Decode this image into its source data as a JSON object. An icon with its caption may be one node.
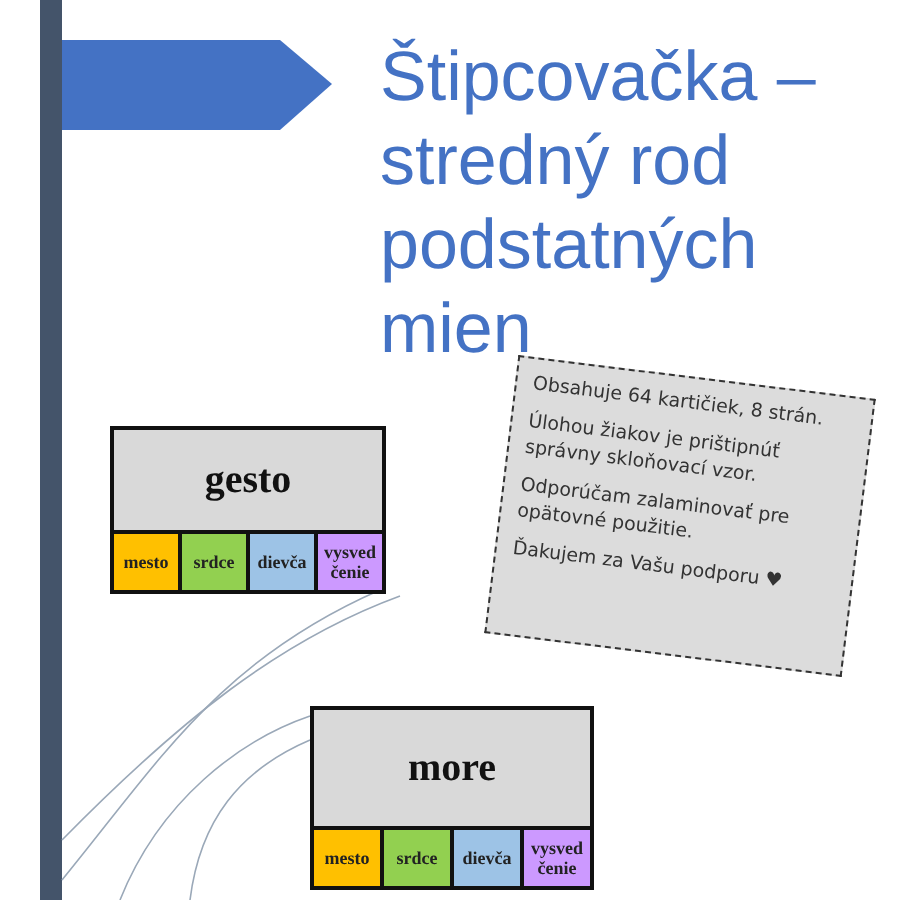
{
  "diagram": {
    "title": "Štipcovačka – stredný rod podstatných mien",
    "nodes": [
      {
        "text": [
          "gesto"
        ]
      },
      {
        "text": [
          "mesto"
        ],
        "in": 0
      },
      {
        "text": [
          "srdce"
        ],
        "in": 0
      },
      {
        "text": [
          "dievča"
        ],
        "in": 0
      },
      {
        "text": [
          "vysved čenie"
        ],
        "in": 0
      },
      {
        "text": [
          "Obsahuje 64 kartičiek, 8 strán.",
          "Úlohou žiakov je prištipnúť správny skloňovací vzor.",
          "Odporúčam zalaminovať pre opätovné použitie.",
          "Ďakujem za Vašu podporu ♥"
        ]
      },
      {
        "text": [
          "more"
        ]
      },
      {
        "text": [
          "mesto"
        ],
        "in": 6
      },
      {
        "text": [
          "srdce"
        ],
        "in": 6
      },
      {
        "text": [
          "dievča"
        ],
        "in": 6
      },
      {
        "text": [
          "vysved čenie"
        ],
        "in": 6
      }
    ],
    "edges": []
  }
}
